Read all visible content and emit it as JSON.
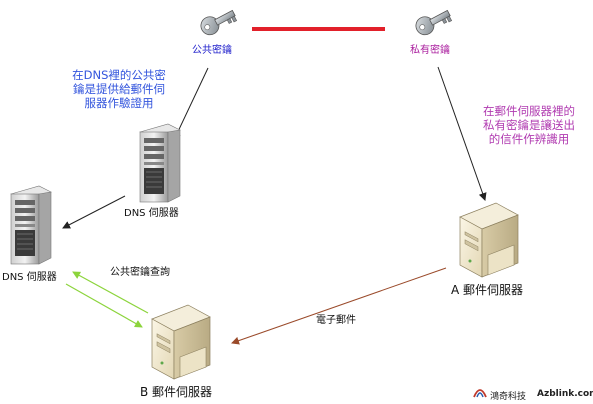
{
  "keys": {
    "public_key_label": "公共密鑰",
    "private_key_label": "私有密鑰"
  },
  "notes": {
    "dns_public_key_note": [
      "在DNS裡的公共密",
      "鑰是提供給郵件伺",
      "服器作驗證用"
    ],
    "mail_private_key_note": [
      "在郵件伺服器裡的",
      "私有密鑰是讓送出",
      "的信件作辨識用"
    ]
  },
  "servers": {
    "dns_server_top": "DNS 伺服器",
    "dns_server_left": "DNS 伺服器",
    "mail_server_a": "A 郵件伺服器",
    "mail_server_b": "B 郵件伺服器"
  },
  "edges": {
    "public_key_query": "公共密鑰查詢",
    "email": "電子郵件"
  },
  "branding": {
    "logo_cn": "鴻奇科技",
    "logo_site": "Azblink.com"
  },
  "colors": {
    "public_text": "#2222cc",
    "private_text": "#aa1e9e",
    "dns_note": "#3355dd",
    "mail_note": "#b03ab0",
    "link_red": "#e2202a",
    "green_arrow": "#8cd43c",
    "email_arrow": "#9a4a2a"
  }
}
